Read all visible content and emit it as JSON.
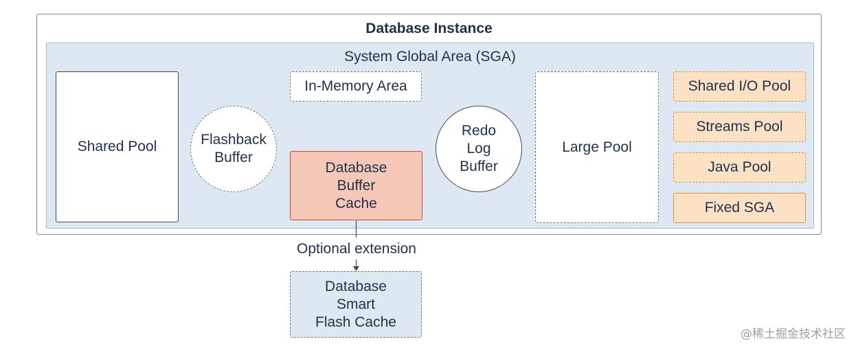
{
  "instance": {
    "title": "Database Instance"
  },
  "sga": {
    "title": "System Global Area (SGA)"
  },
  "components": {
    "shared_pool": "Shared Pool",
    "flashback_buffer": "Flashback\nBuffer",
    "in_memory_area": "In-Memory Area",
    "database_buffer_cache": "Database\nBuffer\nCache",
    "redo_log_buffer": "Redo\nLog\nBuffer",
    "large_pool": "Large Pool",
    "shared_io_pool": "Shared I/O Pool",
    "streams_pool": "Streams Pool",
    "java_pool": "Java Pool",
    "fixed_sga": "Fixed SGA"
  },
  "extension": {
    "label": "Optional extension",
    "flash_cache": "Database\nSmart\nFlash Cache"
  },
  "watermark": "@稀土掘金技术社区",
  "colors": {
    "sga_fill": "#dde8f3",
    "buffer_cache_fill": "#f6c8b7",
    "buffer_cache_border": "#cf4a3a",
    "pool_fill": "#fce1c4",
    "pool_border": "#e2923c"
  }
}
